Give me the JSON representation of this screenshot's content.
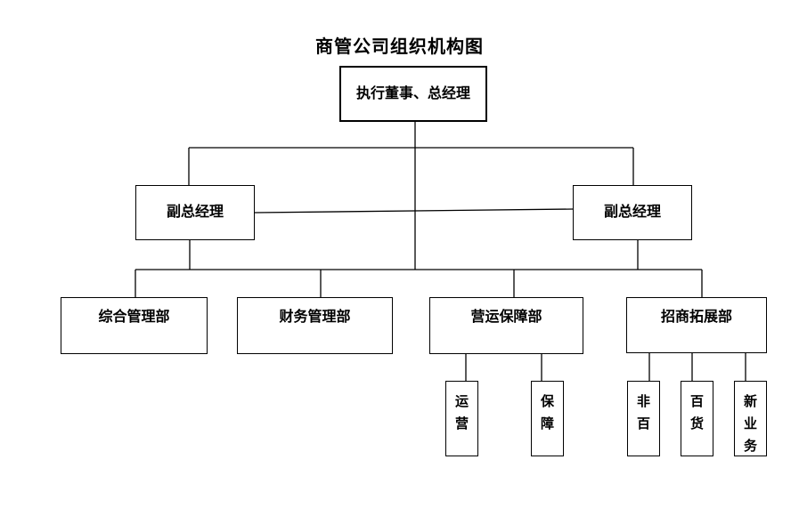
{
  "title": "商管公司组织机构图",
  "org": {
    "root": {
      "label": "执行董事、总经理"
    },
    "deputies": [
      {
        "label": "副总经理",
        "reports_to": "执行董事、总经理"
      },
      {
        "label": "副总经理",
        "reports_to": "执行董事、总经理"
      }
    ],
    "departments": [
      {
        "label": "综合管理部"
      },
      {
        "label": "财务管理部"
      },
      {
        "label": "营运保障部"
      },
      {
        "label": "招商拓展部"
      }
    ],
    "teams": [
      {
        "label": "运营",
        "parent": "营运保障部"
      },
      {
        "label": "保障",
        "parent": "营运保障部"
      },
      {
        "label": "非百",
        "parent": "招商拓展部"
      },
      {
        "label": "百货",
        "parent": "招商拓展部"
      },
      {
        "label": "新业务",
        "parent": "招商拓展部"
      }
    ]
  },
  "colors": {
    "background": "#ffffff",
    "line": "#000000",
    "box_border": "#000000",
    "text": "#000000"
  }
}
